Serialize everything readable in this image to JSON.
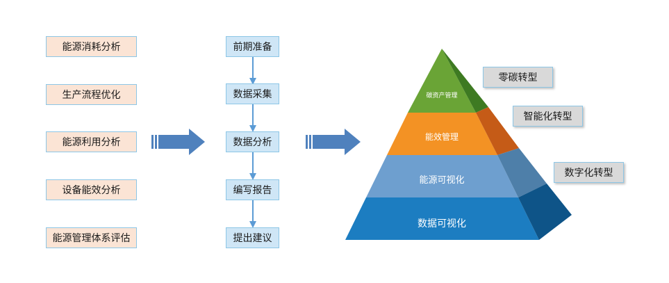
{
  "left_column": [
    "能源消耗分析",
    "生产流程优化",
    "能源利用分析",
    "设备能效分析",
    "能源管理体系评估"
  ],
  "process_steps": [
    "前期准备",
    "数据采集",
    "数据分析",
    "编写报告",
    "提出建议"
  ],
  "pyramid": {
    "levels": [
      "碳资产管理",
      "能效管理",
      "能源可视化",
      "数据可视化"
    ],
    "colors": [
      "#6aa436",
      "#f39224",
      "#6e9fcf",
      "#1c7dc1"
    ],
    "side_colors": [
      "#3e7a22",
      "#c55b17",
      "#4e7fa9",
      "#0e5488"
    ]
  },
  "transformations": [
    "零碳转型",
    "智能化转型",
    "数字化转型"
  ]
}
